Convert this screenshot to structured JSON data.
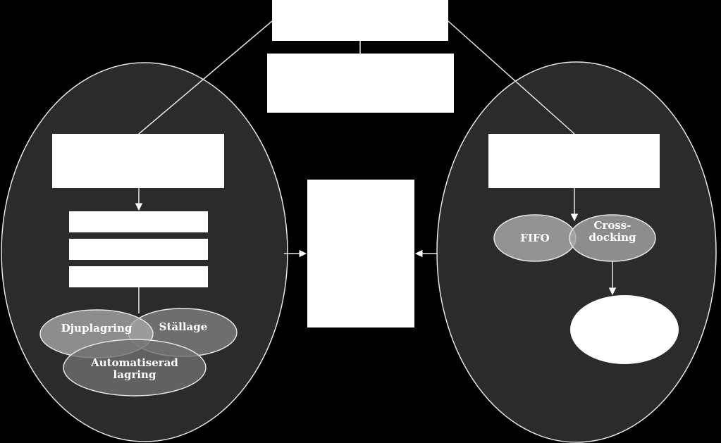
{
  "colors": {
    "background": "#000000",
    "panel": "#2b2b2b",
    "box": "#ffffff",
    "line": "#e6e6e6",
    "ellipse_light": "#a6a6a6",
    "ellipse_mid": "#8c8c8c",
    "ellipse_dark": "#7a7a7a"
  },
  "left": {
    "ellipse_labels": {
      "deep": "Djuplagring",
      "rack": "Ställage",
      "auto_line1": "Automatiserad",
      "auto_line2": "lagring"
    }
  },
  "right": {
    "ellipse_labels": {
      "fifo": "FIFO",
      "cross_line1": "Cross-",
      "cross_line2": "docking"
    }
  }
}
